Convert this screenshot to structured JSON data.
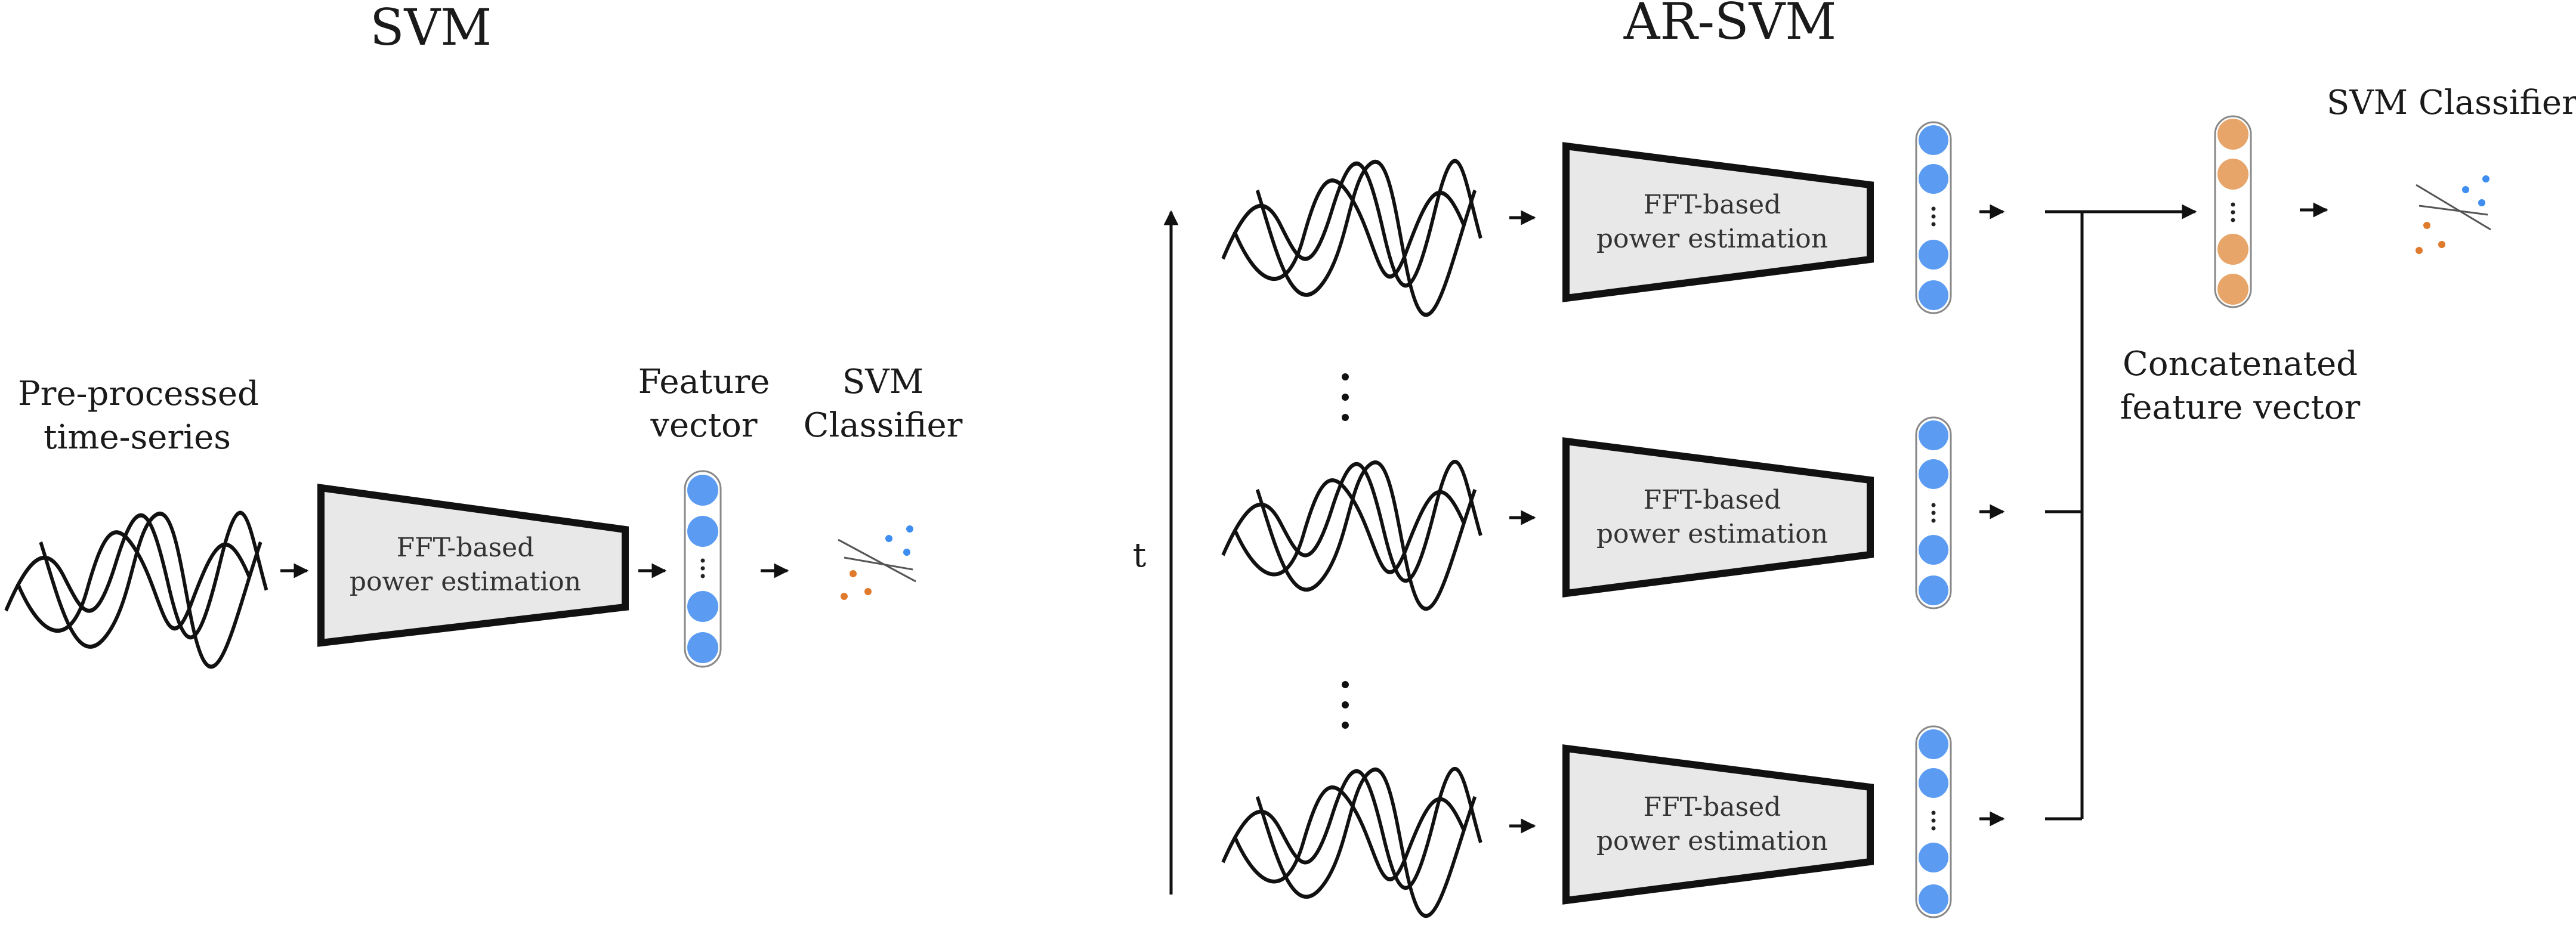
{
  "svm_title": "SVM",
  "ar_svm_title": "AR-SVM",
  "svm": {
    "input_label_line1": "Pre-processed",
    "input_label_line2": "time-series",
    "fft_line1": "FFT-based",
    "fft_line2": "power estimation",
    "feature_label_line1": "Feature",
    "feature_label_line2": "vector",
    "classifier_label_line1": "SVM",
    "classifier_label_line2": "Classifier"
  },
  "ar_svm": {
    "time_axis_label": "t",
    "fft_line1": "FFT-based",
    "fft_line2": "power estimation",
    "concat_label_line1": "Concatenated",
    "concat_label_line2": "feature vector",
    "classifier_label": "SVM Classifier"
  },
  "colors": {
    "feature_blue": "#5b9cf2",
    "concat_orange": "#e8a56a",
    "point_blue": "#3d8ef0",
    "point_orange": "#e07a2c",
    "box_fill": "#e8e8e8"
  }
}
